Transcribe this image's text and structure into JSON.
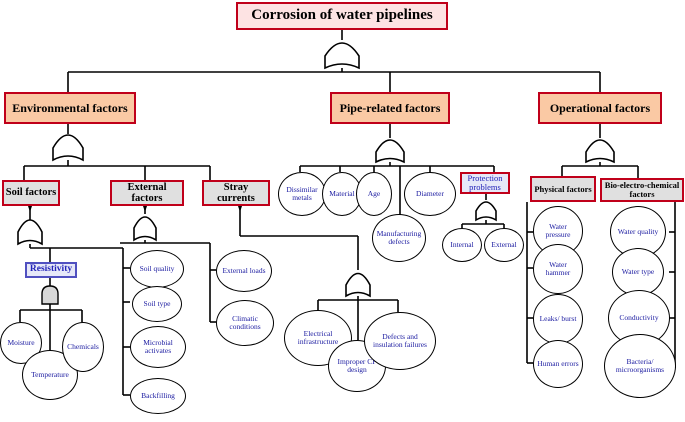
{
  "title": "Corrosion of water pipelines",
  "categories": {
    "environmental": "Environmental factors",
    "pipe": "Pipe-related factors",
    "operational": "Operational factors"
  },
  "env": {
    "soil": "Soil factors",
    "external": "External factors",
    "stray": "Stray currents",
    "resistivity": "Resistivity",
    "moisture": "Moisture",
    "temperature": "Temperature",
    "chemicals": "Chemicals",
    "soil_quality": "Soil quality",
    "soil_type": "Soil type",
    "microbial": "Microbial activates",
    "backfilling": "Backfilling",
    "external_loads": "External loads",
    "climatic": "Climatic conditions",
    "electrical": "Electrical infrastructure",
    "improper_cp": "Improper CP design",
    "defects": "Defects and insulation failures"
  },
  "pipe": {
    "dissimilar": "Dissimilar metals",
    "material": "Material",
    "age": "Age",
    "diameter": "Diameter",
    "protection": "Protection problems",
    "manufacturing": "Manufacturing defects",
    "internal": "Internal",
    "external": "External"
  },
  "oper": {
    "physical": "Physical factors",
    "bio": "Bio-electro-chemical factors",
    "water_pressure": "Water pressure",
    "water_hammer": "Water hammer",
    "leaks": "Leaks/ burst",
    "human": "Human errors",
    "water_quality": "Water quality",
    "water_type": "Water type",
    "conductivity": "Conductivity",
    "bacteria": "Bacteria/ microorganisms"
  },
  "colors": {
    "title_border": "#c0001a",
    "category_fill": "#fac9a4",
    "sub_fill": "#e0e0e0",
    "leaf_text": "#1a1aa0"
  }
}
